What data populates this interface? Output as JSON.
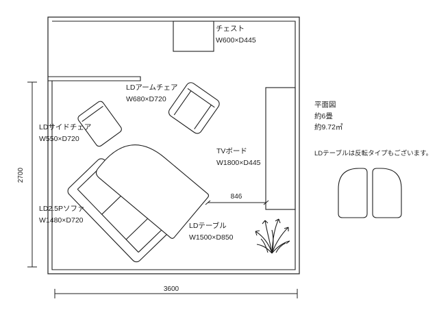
{
  "colors": {
    "line": "#1c1c1c",
    "background": "#ffffff"
  },
  "room": {
    "dim_height_mm": "2700",
    "dim_width_mm": "3600"
  },
  "furniture": {
    "chest": {
      "label": "チェスト",
      "size": "W600×D445"
    },
    "arm_chair": {
      "label": "LDアームチェア",
      "size": "W680×D720"
    },
    "side_chair": {
      "label": "LDサイドチェア",
      "size": "W550×D720"
    },
    "sofa": {
      "label": "LD2.5Pソファ",
      "size": "W1480×D720"
    },
    "tv_board": {
      "label": "TVボード",
      "size": "W1800×D445"
    },
    "table": {
      "label": "LDテーブル",
      "size": "W1500×D850"
    }
  },
  "dimensions": {
    "table_to_tv_mm": "846"
  },
  "info": {
    "plan_label": "平面図",
    "tatami": "約6畳",
    "area": "約9.72㎡",
    "note": "LDテーブルは反転タイプもございます。"
  },
  "icons": {
    "plant": "houseplant-icon"
  }
}
